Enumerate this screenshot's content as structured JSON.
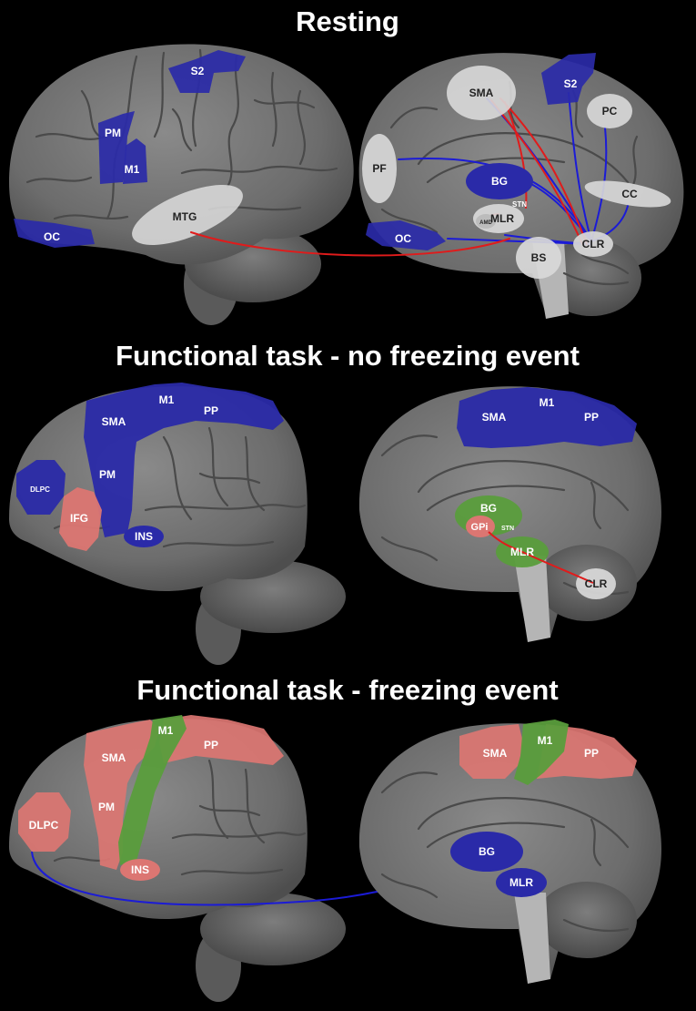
{
  "colors": {
    "background": "#000000",
    "brain": "#7a7a7a",
    "gyrus_line": "#4a4a4a",
    "blue_region": "#2a2aa8",
    "red_region": "#dc7672",
    "green_region": "#5a9d3c",
    "gray_region": "#d9d9d9",
    "blue_connection": "#1b1bd6",
    "red_connection": "#e01b1b"
  },
  "panels": [
    {
      "title": "Resting",
      "lateral_labels": [
        "S2",
        "PM",
        "M1",
        "MTG",
        "OC"
      ],
      "medial_labels": [
        "SMA",
        "S2",
        "PC",
        "PF",
        "BG",
        "STN",
        "CC",
        "AMD",
        "MLR",
        "OC",
        "CLR",
        "BS"
      ]
    },
    {
      "title": "Functional task - no freezing event",
      "lateral_labels": [
        "M1",
        "SMA",
        "PP",
        "PM",
        "DLPC",
        "IFG",
        "INS"
      ],
      "medial_labels": [
        "SMA",
        "M1",
        "PP",
        "BG",
        "GPi",
        "STN",
        "MLR",
        "CLR"
      ]
    },
    {
      "title": "Functional task - freezing event",
      "lateral_labels": [
        "M1",
        "SMA",
        "PP",
        "PM",
        "DLPC",
        "INS"
      ],
      "medial_labels": [
        "SMA",
        "M1",
        "PP",
        "BG",
        "MLR"
      ]
    }
  ]
}
